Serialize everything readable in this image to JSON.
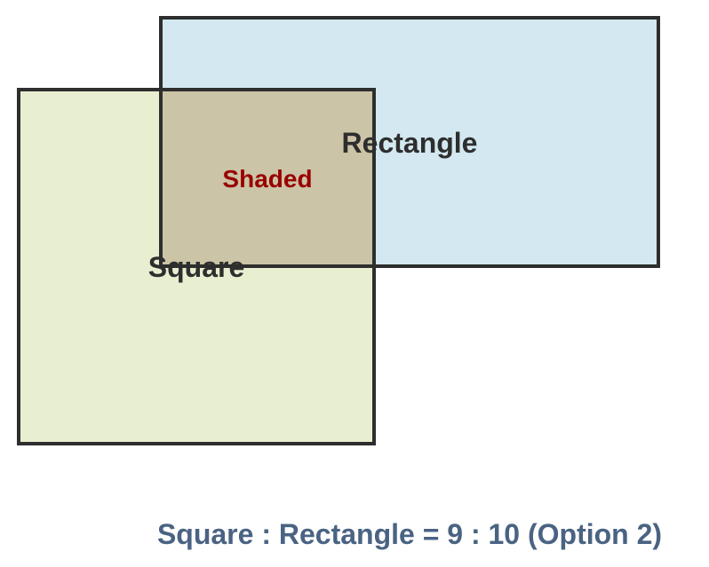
{
  "diagram": {
    "labels": {
      "rectangle": "Rectangle",
      "square": "Square",
      "shaded": "Shaded"
    },
    "caption": "Square : Rectangle = 9 : 10 (Option 2)",
    "colors": {
      "rectangle_fill": "#d3e8f0",
      "square_fill": "#e8efd0",
      "overlap_fill": "#cbc4a6",
      "outline": "#2e2e2e",
      "label_text": "#2e2e2e",
      "shaded_text": "#990000",
      "caption_text": "#4a6383"
    }
  }
}
